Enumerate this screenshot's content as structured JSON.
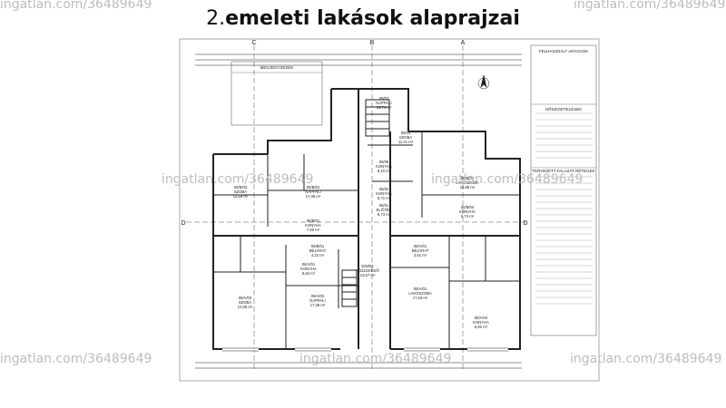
{
  "title_number": "2.",
  "title_text": "emeleti lakások alaprajzai",
  "watermark": "ingatlan.com/36489649",
  "grid_labels": {
    "C": "C",
    "B": "B",
    "A": "A",
    "D": "D"
  },
  "legend_title": "FELHASZNÁLT ANYAGOK",
  "jelmagyarazat_title": "HŐSZIGETELÉSEK",
  "tervezett_title": "TERVEZETT FALAZAT RÉTEGEK",
  "notes_title": "MEGJEGYZÉSEK",
  "rooms": [
    {
      "code": "05/03",
      "name": "NAPPALI",
      "area": "19,74 m²"
    },
    {
      "code": "05/04",
      "name": "SZOBA",
      "area": "11,41 m²"
    },
    {
      "code": "06/B/03",
      "name": "SZOBA",
      "area": "12,59 m²"
    },
    {
      "code": "06/B/02",
      "name": "NAPPALI",
      "area": "17,48 m²"
    },
    {
      "code": "05/06",
      "name": "KONYHA",
      "area": "9,10 m²"
    },
    {
      "code": "06/B/05",
      "name": "LAKÓSZOBA",
      "area": "16,68 m²"
    },
    {
      "code": "05/01",
      "name": "ELŐTÉR",
      "area": "8,73 m²"
    },
    {
      "code": "06/B/01",
      "name": "KONYHA",
      "area": "7,90 m²"
    },
    {
      "code": "06/B/01",
      "name": "BEJÁRAT",
      "area": "4,22 m²"
    },
    {
      "code": "06/A/01",
      "name": "BEJÁRAT",
      "area": "3,61 m²"
    },
    {
      "code": "06/A/01",
      "name": "KONYHA",
      "area": "6,84 m²"
    },
    {
      "code": "06/A/02",
      "name": "NAPPALI",
      "area": "17,38 m²"
    },
    {
      "code": "06/A/03",
      "name": "SZOBA",
      "area": "12,08 m²"
    },
    {
      "code": "E/M/01",
      "name": "KÖZLEKEDŐ",
      "area": "23,57 m²"
    },
    {
      "code": "06/A/01",
      "name": "LAKÓSZOBA",
      "area": "17,53 m²"
    },
    {
      "code": "06/A/04",
      "name": "KONYHA",
      "area": "6,82 m²"
    },
    {
      "code": "06/B/04",
      "name": "KONYHA",
      "area": "6,74 m²"
    },
    {
      "code": "05/02",
      "name": "KONYHA",
      "area": "8,72 m²"
    }
  ]
}
